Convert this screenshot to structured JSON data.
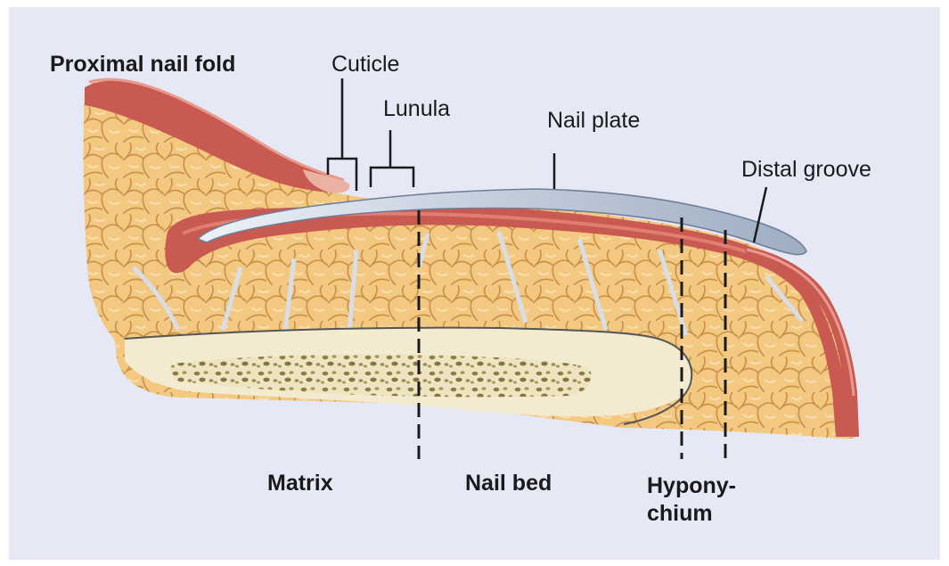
{
  "diagram": {
    "labels": {
      "proximal_nail_fold": "Proximal nail fold",
      "cuticle": "Cuticle",
      "lunula": "Lunula",
      "nail_plate": "Nail plate",
      "distal_groove": "Distal groove",
      "matrix": "Matrix",
      "nail_bed": "Nail bed",
      "hyponychium_line1": "Hypony-",
      "hyponychium_line2": "chium"
    },
    "colors": {
      "background_panel": "#e6e9f5",
      "fat_tissue": "#f3c982",
      "fat_outline": "#c08a3d",
      "dermis": "#c85a52",
      "dermis_light": "#e89a8e",
      "nail_plate": "#a9b6c9",
      "nail_plate_highlight": "#eef2f8",
      "bone": "#f3ebcf",
      "bone_spots": "#9a8a4e",
      "line": "#1a1a1a"
    }
  }
}
